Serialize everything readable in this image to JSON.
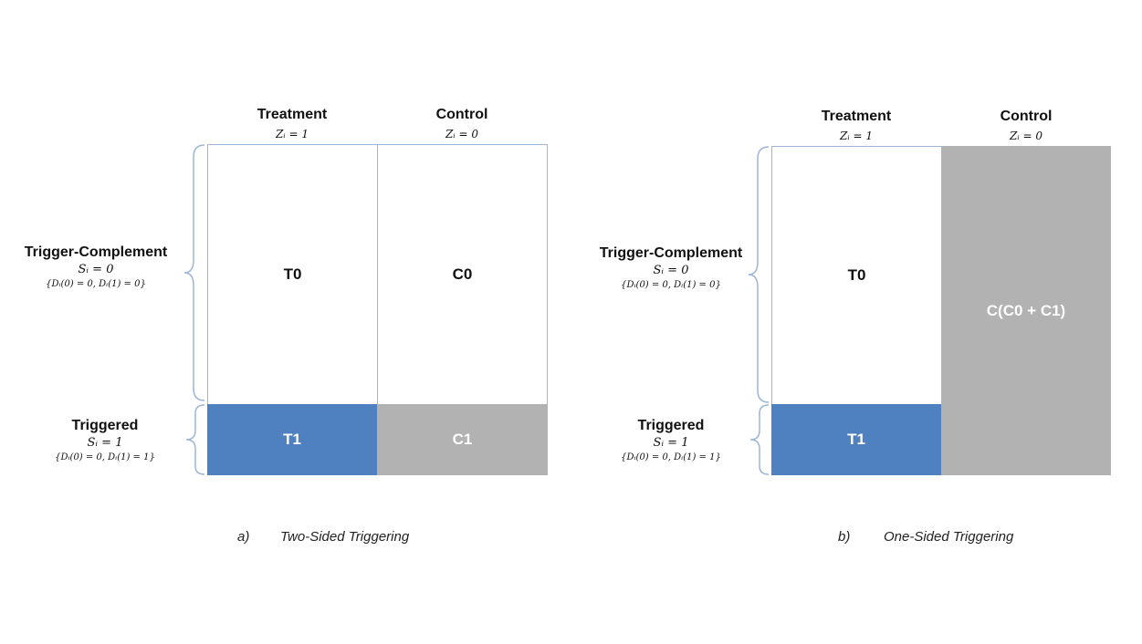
{
  "panels": [
    {
      "columns": [
        {
          "title": "Treatment",
          "formula": "Zᵢ = 1"
        },
        {
          "title": "Control",
          "formula": "Zᵢ = 0"
        }
      ],
      "rows": [
        {
          "title": "Trigger-Complement",
          "formula": "Sᵢ = 0",
          "condition": "{Dᵢ(0) = 0, Dᵢ(1) = 0}"
        },
        {
          "title": "Triggered",
          "formula": "Sᵢ = 1",
          "condition": "{Dᵢ(0) = 0, Dᵢ(1) = 1}"
        }
      ],
      "cells": {
        "t0": "T0",
        "c0": "C0",
        "t1": "T1",
        "c1": "C1"
      },
      "caption": {
        "letter": "a)",
        "text": "Two-Sided Triggering"
      }
    },
    {
      "columns": [
        {
          "title": "Treatment",
          "formula": "Zᵢ = 1"
        },
        {
          "title": "Control",
          "formula": "Zᵢ = 0"
        }
      ],
      "rows": [
        {
          "title": "Trigger-Complement",
          "formula": "Sᵢ = 0",
          "condition": "{Dᵢ(0) = 0, Dᵢ(1) = 0}"
        },
        {
          "title": "Triggered",
          "formula": "Sᵢ = 1",
          "condition": "{Dᵢ(0) = 0, Dᵢ(1) = 1}"
        }
      ],
      "cells": {
        "t0": "T0",
        "t1": "T1",
        "control_merged": "C(C0 + C1)"
      },
      "caption": {
        "letter": "b)",
        "text": "One-Sided Triggering"
      }
    }
  ],
  "colors": {
    "triggered_treatment": "#4f81c0",
    "control_fill": "#b2b2b2",
    "outline": "#9db6d7"
  }
}
